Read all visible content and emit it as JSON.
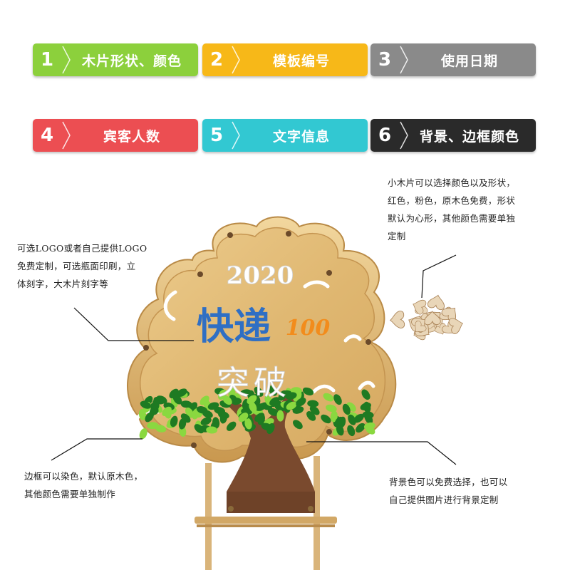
{
  "tabs": [
    {
      "num": "1",
      "label": "木片形状、颜色",
      "color": "#8cd03c"
    },
    {
      "num": "2",
      "label": "模板编号",
      "color": "#f7b818"
    },
    {
      "num": "3",
      "label": "使用日期",
      "color": "#8a8a8a"
    },
    {
      "num": "4",
      "label": "宾客人数",
      "color": "#ec4e52"
    },
    {
      "num": "5",
      "label": "文字信息",
      "color": "#32c8d2"
    },
    {
      "num": "6",
      "label": "背景、边框颜色",
      "color": "#2a2a2a"
    }
  ],
  "notes": {
    "top_right": [
      "小木片可以选择颜色以及形状，",
      "红色，粉色，原木色免费，形状",
      "默认为心形，其他颜色需要单独",
      "定制"
    ],
    "logo": [
      "可选LOGO或者自己提供LOGO",
      "免费定制，可选瓶面印刷，立",
      "体刻字，大木片刻字等"
    ],
    "frame": [
      "边框可以染色，默认原木色，",
      "其他颜色需要单独制作"
    ],
    "background": [
      "背景色可以免费选择，也可以",
      "自己提供图片进行背景定制"
    ]
  },
  "board": {
    "year": "2020",
    "logo_main": "快递",
    "logo_sub": "100",
    "slogan": "突破",
    "colors": {
      "wood": "#e4c07e",
      "wood_dark": "#c99a52",
      "logo_blue": "#2f6fc4",
      "logo_orange": "#f28c1c",
      "trunk": "#7a4a2e",
      "leaf_dark": "#1e7a22",
      "leaf_light": "#8ad840"
    }
  }
}
